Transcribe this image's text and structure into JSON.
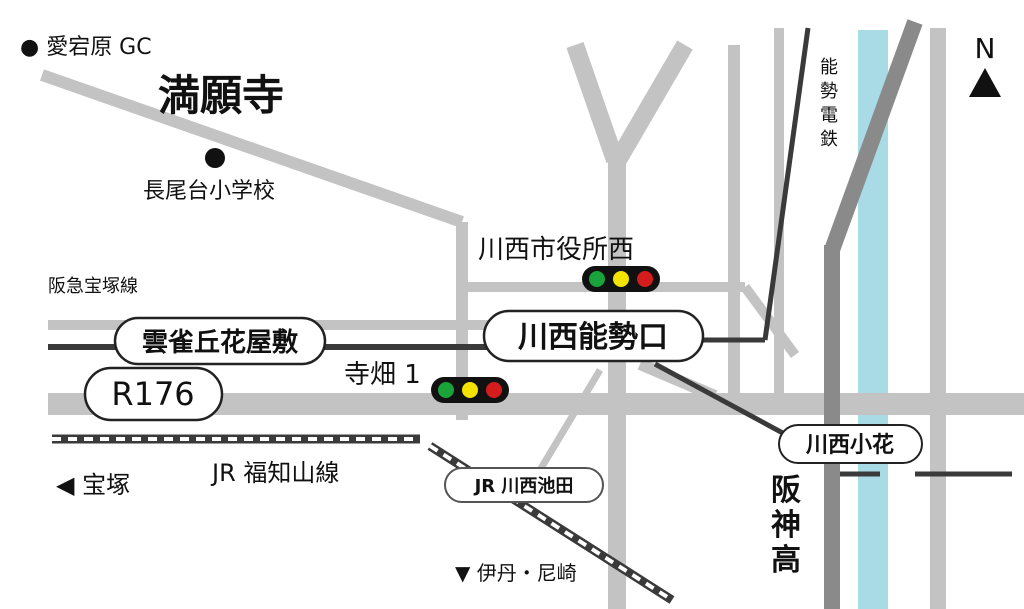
{
  "compass": {
    "letter": "N"
  },
  "labels": {
    "golf_course": "● 愛宕原 GC",
    "temple": "満願寺",
    "school": "長尾台小学校",
    "city_office_west": "川西市役所西",
    "hankyu_line": "阪急宝塚線",
    "noses_railway": [
      "能",
      "勢",
      "電",
      "鉄"
    ],
    "hanshin_expressway": [
      "阪",
      "神",
      "高"
    ],
    "terabata": "寺畑 1",
    "takarazuka": "◀ 宝塚",
    "jr_line": "JR 福知山線",
    "itami_amagasaki": "▼ 伊丹・尼崎"
  },
  "badges": {
    "hibarigaoka": "雲雀丘花屋敷",
    "route": "R176",
    "kawanishi_noseguchi": "川西能勢口",
    "kawanishi_obana": "川西小花",
    "jr_kawanishi_ikeda": "JR 川西池田"
  },
  "colors": {
    "road": "#c3c3c3",
    "rail": "#3a3a3a",
    "river": "#a8dbe6",
    "expressway": "#8a8a8a",
    "signal_green": "#1aa33a",
    "signal_yellow": "#f2e400",
    "signal_red": "#d41c1c"
  }
}
